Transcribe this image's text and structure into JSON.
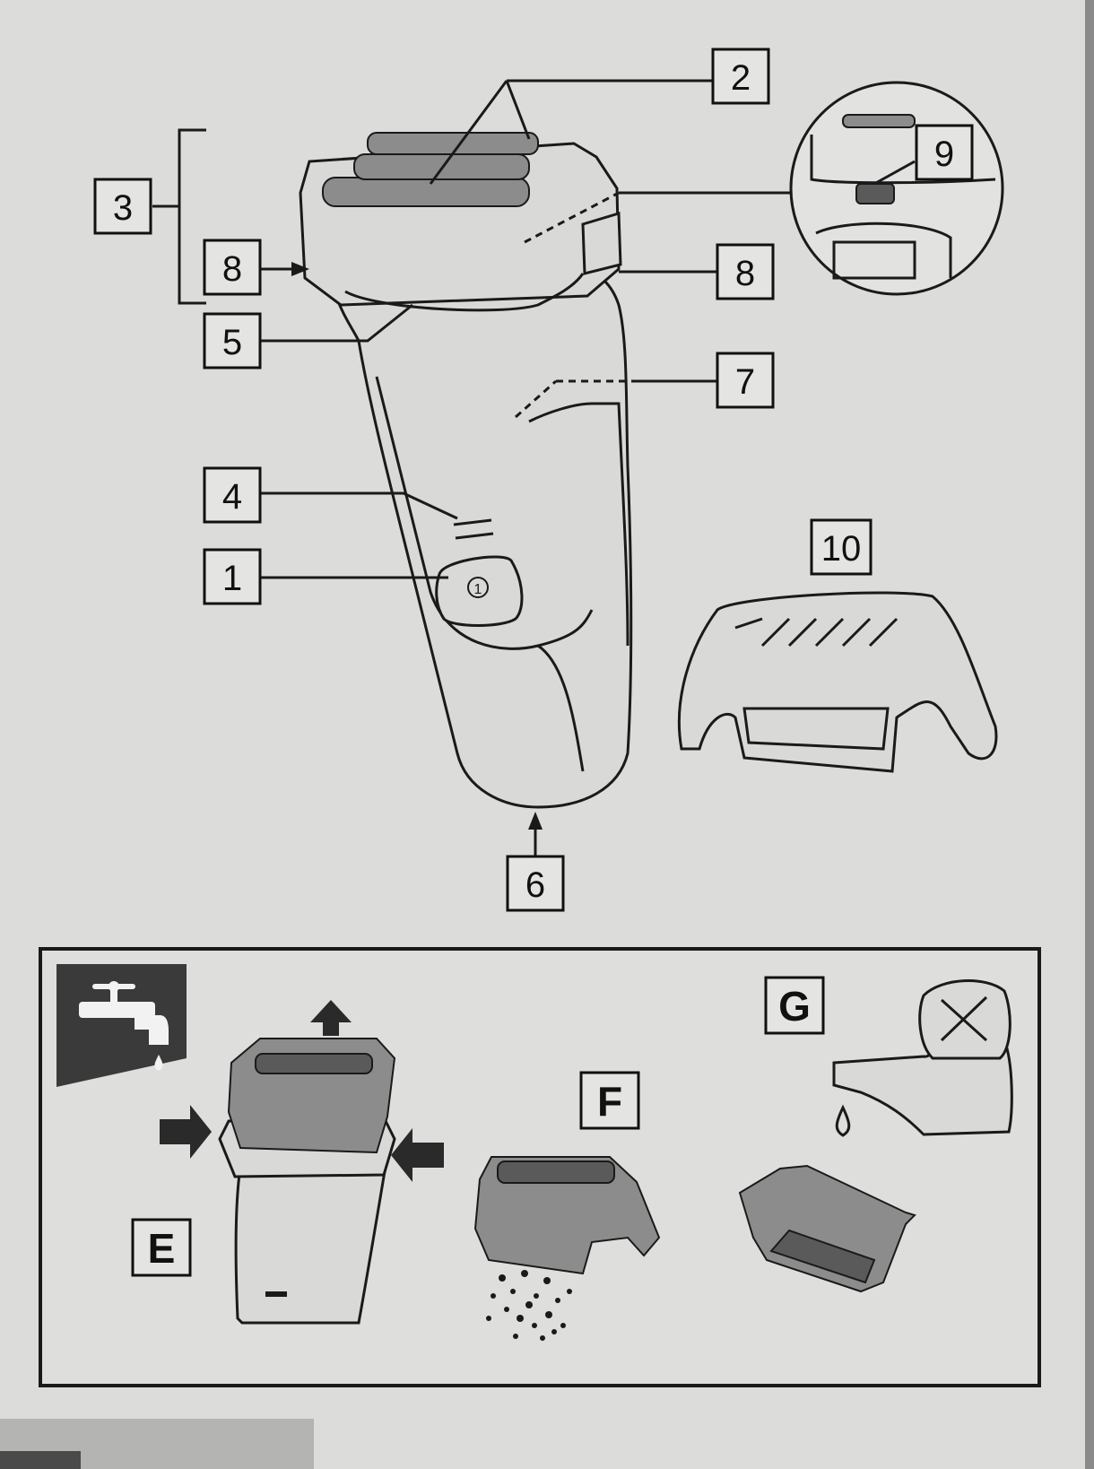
{
  "callouts": {
    "c1": "1",
    "c2": "2",
    "c3": "3",
    "c4": "4",
    "c5": "5",
    "c6": "6",
    "c7": "7",
    "c8a": "8",
    "c8b": "8",
    "c9": "9",
    "c10": "10"
  },
  "power_button_symbol": "1",
  "steps": {
    "e": "E",
    "f": "F",
    "g": "G"
  },
  "icons": {
    "tap_badge": "water-tap-icon",
    "arrows": "arrow-icon"
  },
  "colors": {
    "page": "#dcdcda",
    "ink": "#1a1a1a",
    "badge": "#3a3a3a"
  }
}
